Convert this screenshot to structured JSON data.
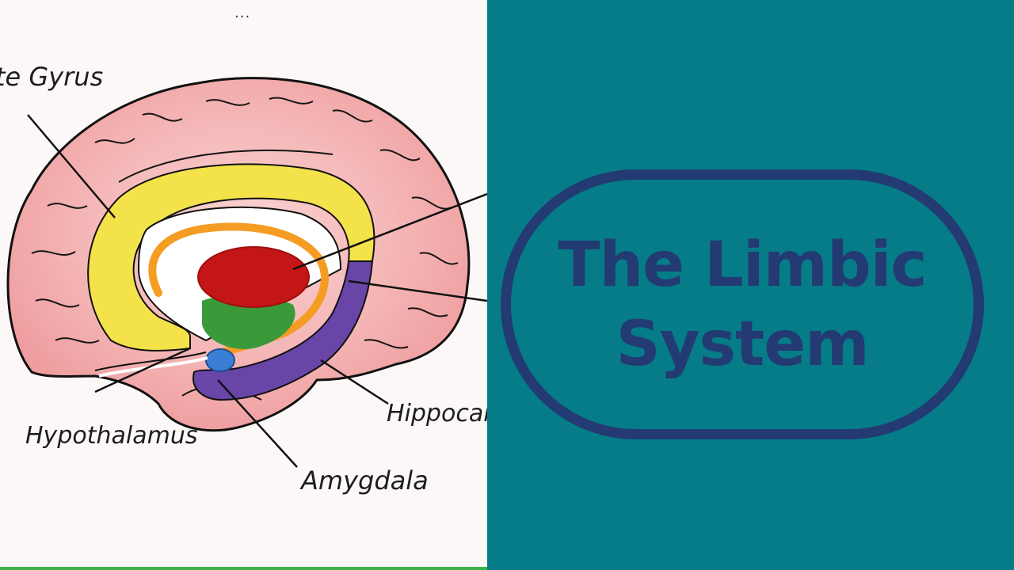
{
  "menu": {
    "more_glyph": "..."
  },
  "diagram": {
    "labels": {
      "cingulate": "te Gyrus",
      "hypothalamus": "Hypothalamus",
      "amygdala": "Amygdala",
      "hippocampus": "Hippocam"
    },
    "colors": {
      "cortex": "#f2aeb0",
      "cingulate": "#f3e24a",
      "fornix": "#f59c22",
      "thalamus": "#c41616",
      "mammillary": "#3a9a3a",
      "amygdala": "#3b7ed6",
      "hippocampus": "#6a45a8"
    }
  },
  "title": {
    "line1": "The Limbic",
    "line2": "System"
  },
  "colors": {
    "panel_bg": "#057c88",
    "pill": "#233a73"
  }
}
